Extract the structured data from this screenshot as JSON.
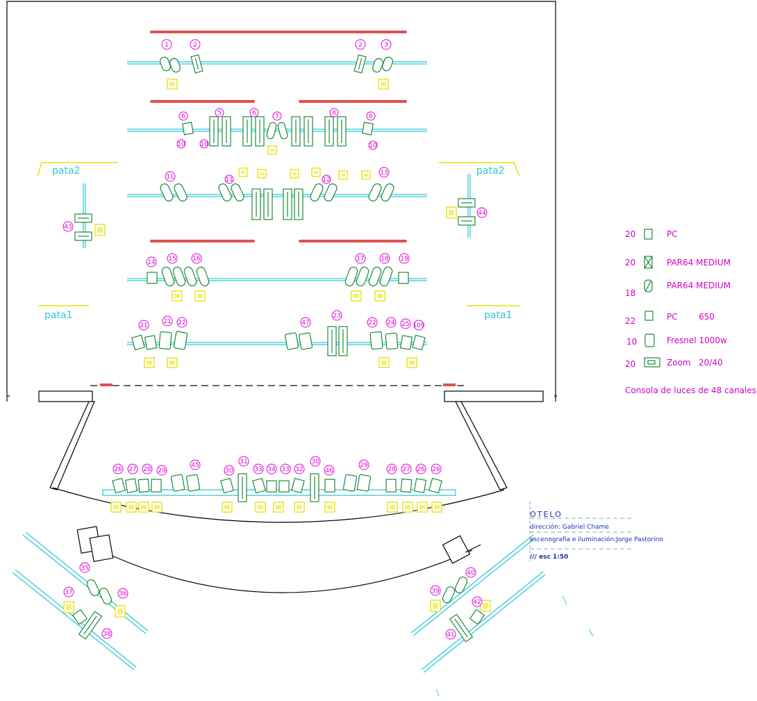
{
  "labels": {
    "pata2_left": "pata2",
    "pata2_right": "pata2",
    "pata1_left": "pata1",
    "pata1_right": "pata1"
  },
  "legend": [
    {
      "count": "20",
      "label": "PC",
      "icon": "pc-square"
    },
    {
      "count": "20",
      "label": "PAR64 MEDIUM",
      "icon": "par64-cross"
    },
    {
      "count": "18",
      "label": "PAR64 MEDIUM",
      "icon": "par64-slash"
    },
    {
      "count": "22",
      "label": "PC        650",
      "icon": "pc-small-square"
    },
    {
      "count": "10",
      "label": "Fresnel 1000w",
      "icon": "fresnel-rect"
    },
    {
      "count": "20",
      "label": "Zoom   20/40",
      "icon": "zoom-rect"
    }
  ],
  "console_note": "Consola de luces de 48 canales",
  "title_block": {
    "title": "OTELO",
    "direction": "dirección: Gabriel Chame",
    "design": "escenografía e iluminación:Jorge Pastorino",
    "scale": "/// esc 1:50"
  },
  "channels": {
    "row1": [
      "1",
      "2",
      "2",
      "3"
    ],
    "row2": [
      "6",
      "5",
      "6",
      "7",
      "8",
      "6",
      "10",
      "10",
      "10"
    ],
    "row3": [
      "11",
      "11",
      "12",
      "13"
    ],
    "side": [
      "43",
      "44"
    ],
    "row4": [
      "14",
      "15",
      "16",
      "17",
      "18",
      "19"
    ],
    "row5": [
      "21",
      "21",
      "22",
      "47",
      "23",
      "22",
      "24",
      "25",
      "109"
    ],
    "front": [
      "26",
      "27",
      "28",
      "29",
      "45",
      "30",
      "31",
      "33",
      "34",
      "33",
      "32",
      "30",
      "46",
      "29",
      "28",
      "27",
      "26"
    ],
    "lower_left": [
      "35",
      "37",
      "36",
      "38"
    ],
    "lower_right": [
      "39",
      "40",
      "42",
      "41"
    ]
  },
  "colors": {
    "pipe": "#2fc8d8",
    "instrument": "#1a8a3a",
    "border": "#e05050",
    "dimmer": "#e8e000",
    "channel": "#e000d8",
    "structure": "#000000",
    "title": "#1b2fb0"
  }
}
